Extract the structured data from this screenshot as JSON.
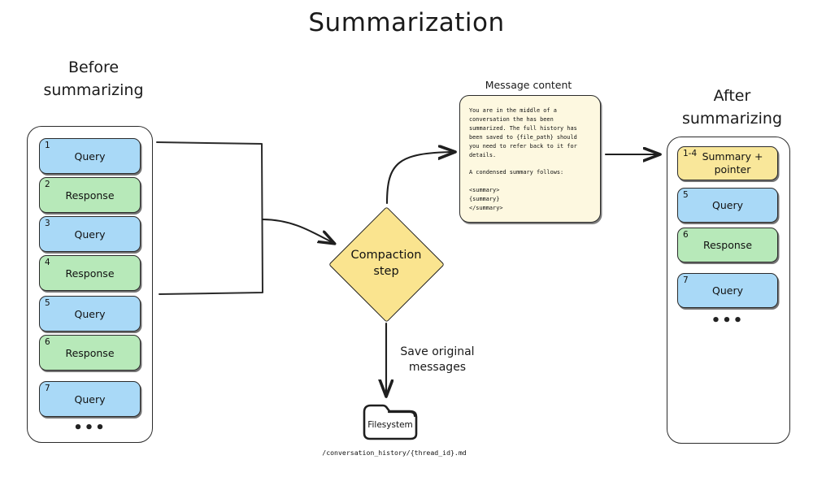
{
  "title": "Summarization",
  "before": {
    "title_line1": "Before",
    "title_line2": "summarizing",
    "items": [
      {
        "num": "1",
        "label": "Query",
        "kind": "query"
      },
      {
        "num": "2",
        "label": "Response",
        "kind": "response"
      },
      {
        "num": "3",
        "label": "Query",
        "kind": "query"
      },
      {
        "num": "4",
        "label": "Response",
        "kind": "response"
      },
      {
        "num": "5",
        "label": "Query",
        "kind": "query"
      },
      {
        "num": "6",
        "label": "Response",
        "kind": "response"
      },
      {
        "num": "7",
        "label": "Query",
        "kind": "query"
      }
    ],
    "ellipsis": "•••"
  },
  "after": {
    "title_line1": "After",
    "title_line2": "summarizing",
    "items": [
      {
        "num": "1-4",
        "label": "Summary +\npointer",
        "kind": "summary"
      },
      {
        "num": "5",
        "label": "Query",
        "kind": "query"
      },
      {
        "num": "6",
        "label": "Response",
        "kind": "response"
      },
      {
        "num": "7",
        "label": "Query",
        "kind": "query"
      }
    ],
    "ellipsis": "•••"
  },
  "compaction": {
    "label_line1": "Compaction",
    "label_line2": "step"
  },
  "message_content": {
    "label": "Message content",
    "body": "You are in the middle of a\nconversation the has been\nsummarized. The full history has\nbeen saved to {file_path} should\nyou need to refer back to it for\ndetails.\n\nA condensed summary follows:\n\n<summary>\n{summary}\n</summary>"
  },
  "filesystem": {
    "save_label_line1": "Save original",
    "save_label_line2": "messages",
    "node_label": "Filesystem",
    "path": "/conversation_history/{thread_id}.md"
  },
  "colors": {
    "query": "#a9d9f7",
    "response": "#b7e9b9",
    "summary": "#f9e79a",
    "diamond": "#fae48f",
    "card": "#fdf8e0",
    "stroke": "#2b2b2b"
  }
}
